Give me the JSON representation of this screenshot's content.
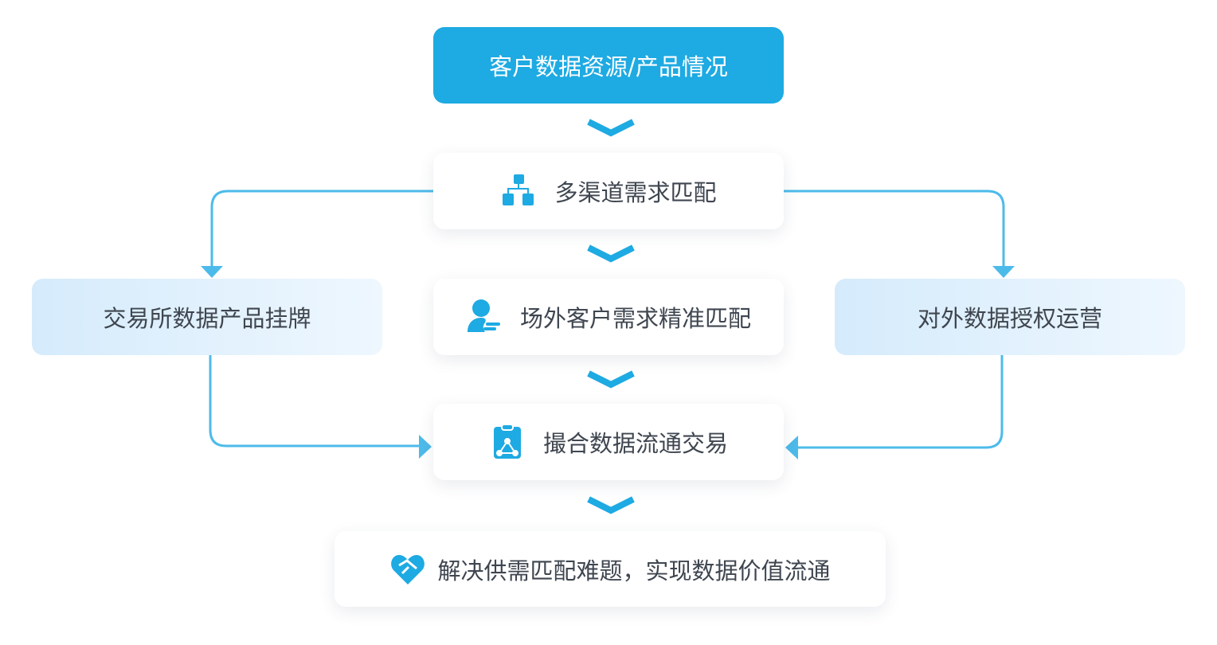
{
  "top": {
    "label": "客户数据资源/产品情况"
  },
  "steps": [
    {
      "label": "多渠道需求匹配",
      "icon": "org-chart-icon"
    },
    {
      "label": "场外客户需求精准匹配",
      "icon": "user-list-icon"
    },
    {
      "label": "撮合数据流通交易",
      "icon": "clipboard-network-icon"
    }
  ],
  "left": {
    "label": "交易所数据产品挂牌"
  },
  "right": {
    "label": "对外数据授权运营"
  },
  "result": {
    "label": "解决供需匹配难题，实现数据价值流通",
    "icon": "handshake-heart-icon"
  },
  "colors": {
    "primary": "#1eaae2",
    "line": "#4dbbea",
    "text": "#3f4650"
  }
}
